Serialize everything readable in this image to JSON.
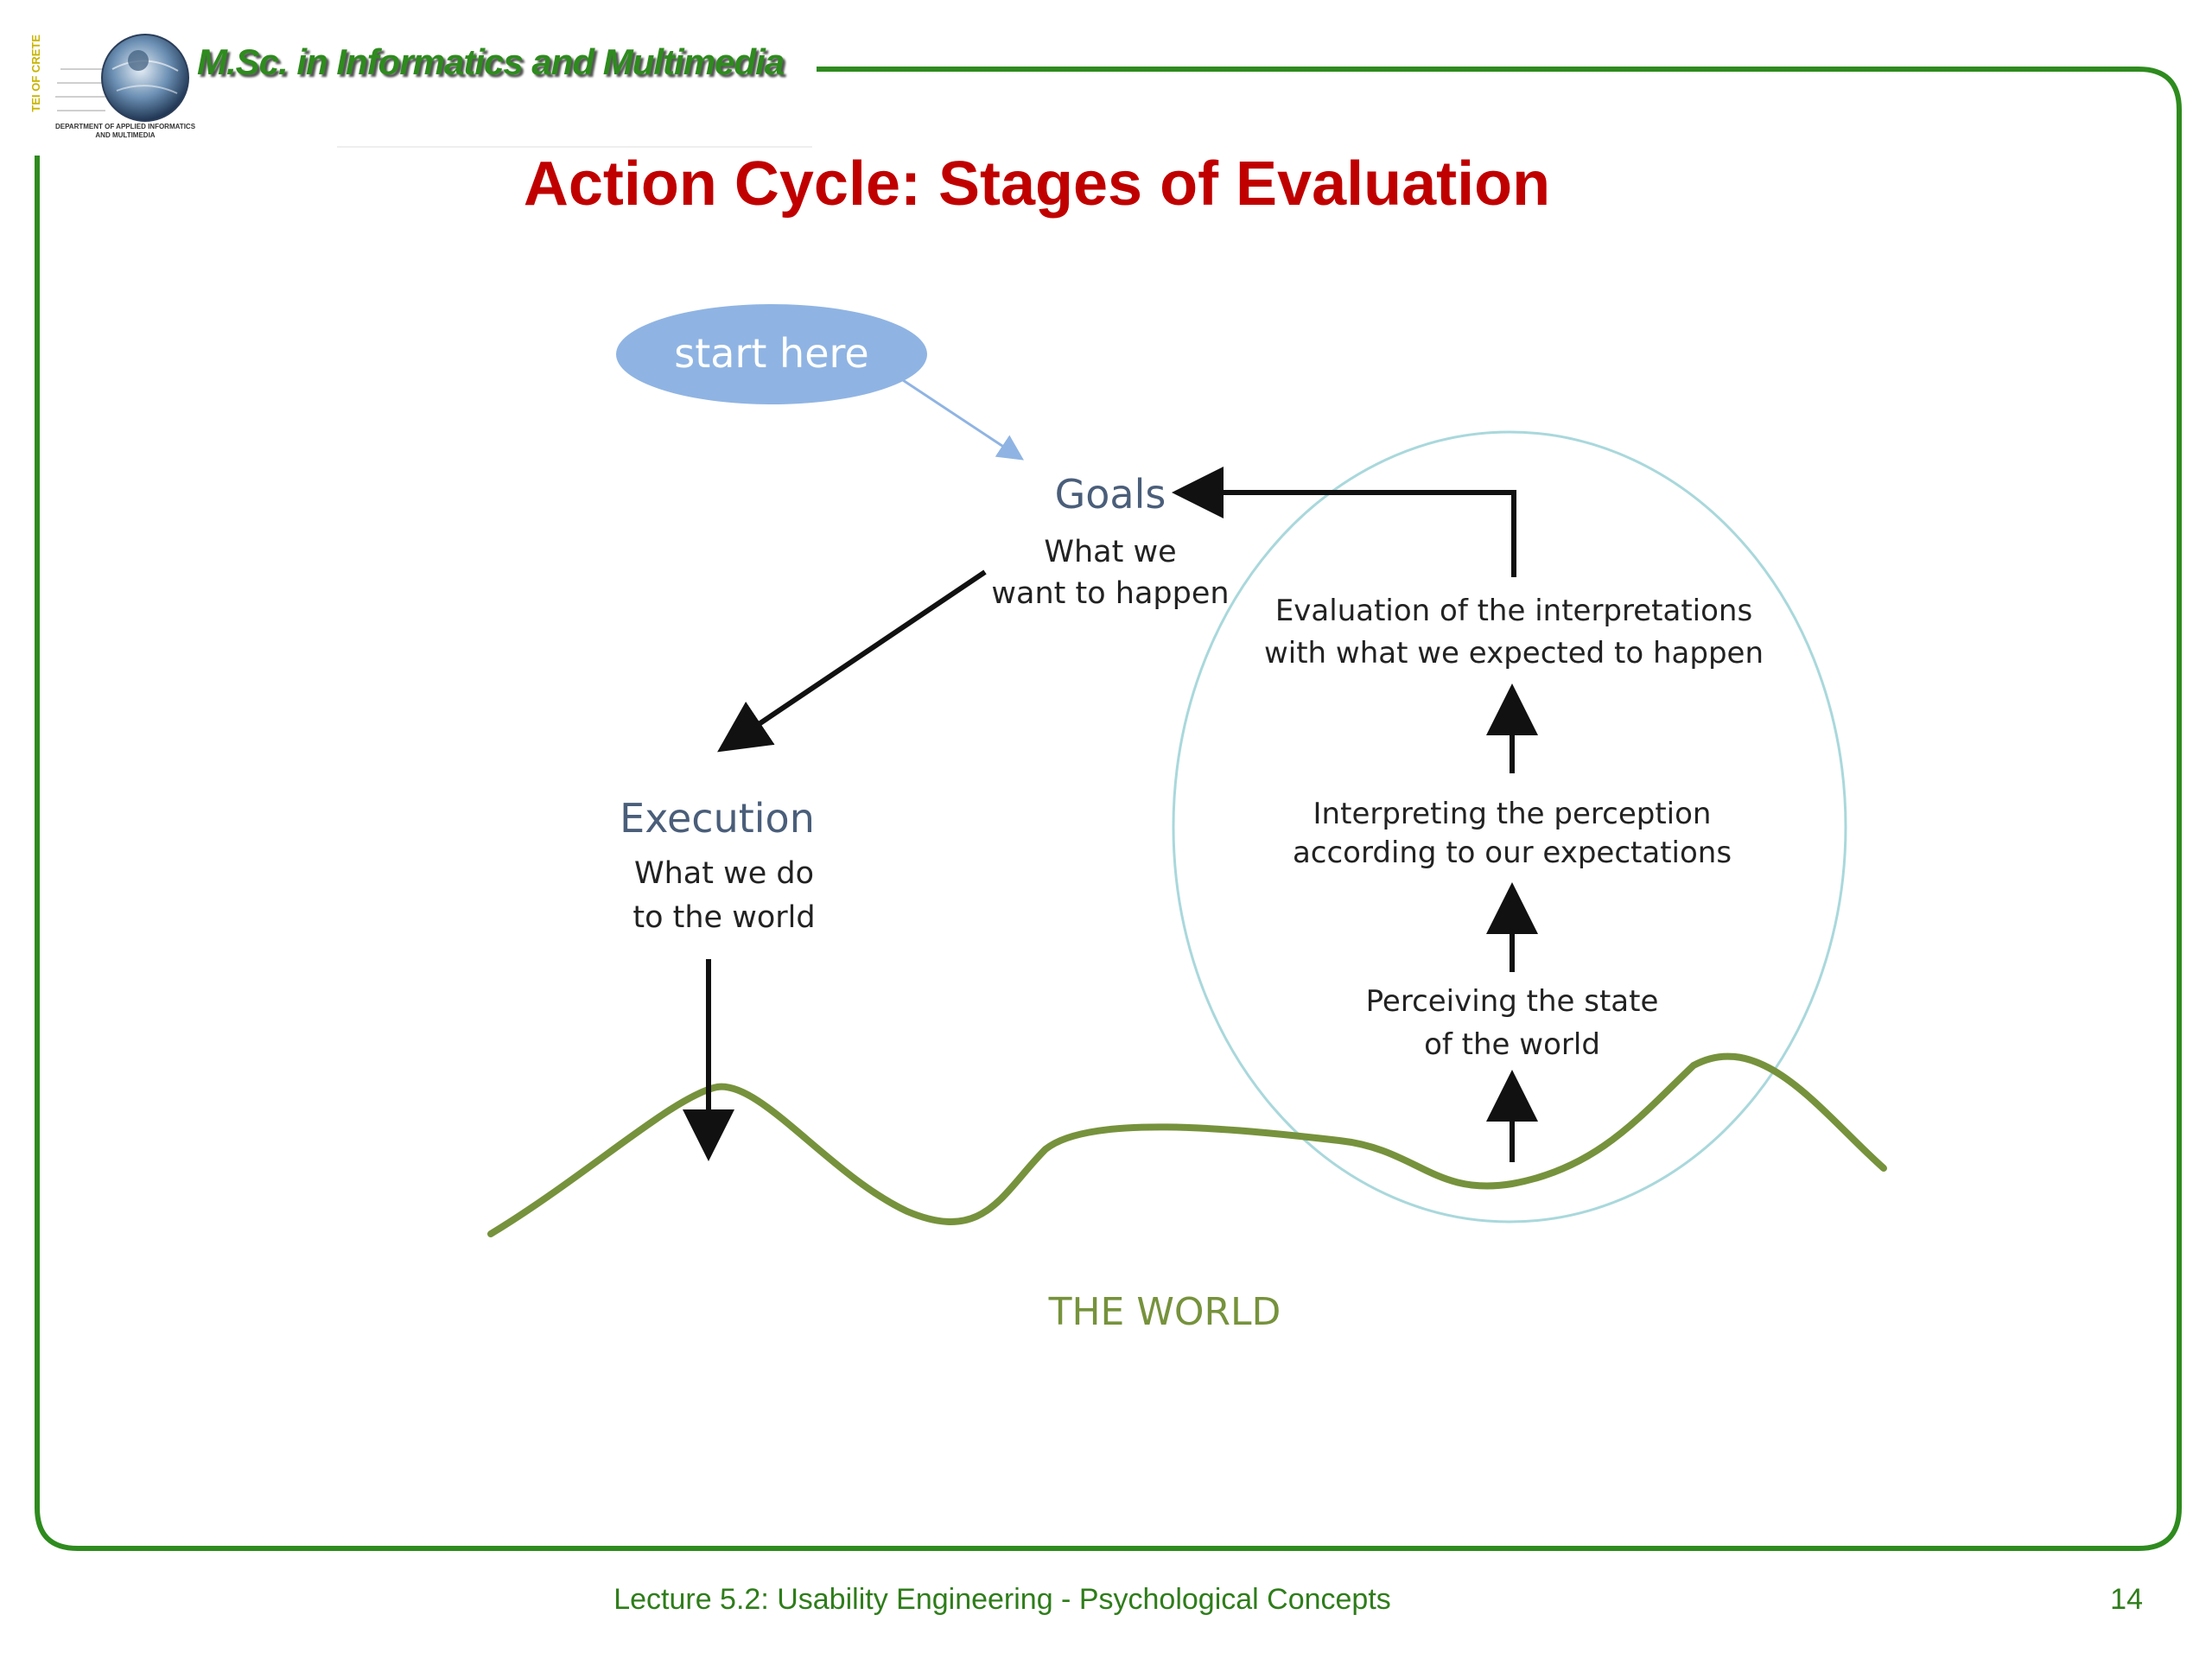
{
  "header": {
    "program": "M.Sc. in Informatics and Multimedia",
    "institution_side": "TEI OF CRETE",
    "department": "DEPARTMENT OF APPLIED INFORMATICS AND MULTIMEDIA"
  },
  "slide": {
    "title": "Action Cycle: Stages of Evaluation"
  },
  "diagram": {
    "start_label": "start here",
    "goals_heading": "Goals",
    "goals_line1": "What we",
    "goals_line2": "want to happen",
    "execution_heading": "Execution",
    "execution_line1": "What we do",
    "execution_line2": "to the world",
    "evaluation_line1": "Evaluation of the interpretations",
    "evaluation_line2": "with what we expected to happen",
    "interpreting_line1": "Interpreting the perception",
    "interpreting_line2": "according to our expectations",
    "perceiving_line1": "Perceiving the state",
    "perceiving_line2": "of the world",
    "world_label": "THE WORLD"
  },
  "colors": {
    "frame_green": "#2e8b1e",
    "title_red": "#c00000",
    "bubble_blue": "#8fb4e3",
    "ellipse_teal": "#a9d8dc",
    "world_line": "#76923c",
    "heading_blue": "#4a5e7a"
  },
  "footer": {
    "lecture": "Lecture 5.2:  Usability Engineering - Psychological Concepts",
    "page": "14"
  }
}
